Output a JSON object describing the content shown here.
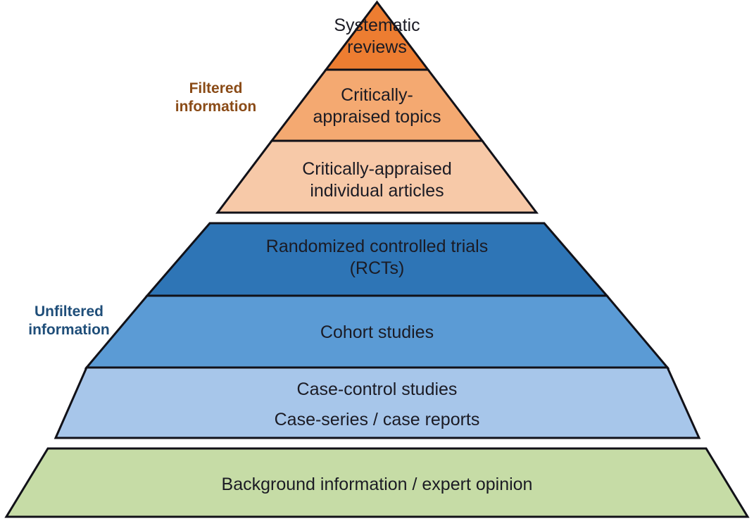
{
  "diagram": {
    "name": "Evidence-based medicine pyramid",
    "background_color": "#ffffff",
    "outline_color": "#111118"
  },
  "side_labels": [
    {
      "id": "filtered",
      "text": "Filtered\ninformation",
      "color": "#8a4b17"
    },
    {
      "id": "unfiltered",
      "text": "Unfiltered\ninformation",
      "color": "#1f4e79"
    }
  ],
  "tiers": [
    {
      "id": "systematic-reviews",
      "group": "filtered",
      "text": "Systematic\nreviews",
      "fill": "#ED7D31"
    },
    {
      "id": "critically-appraised-topics",
      "group": "filtered",
      "text": "Critically-\nappraised topics",
      "fill": "#F4A971"
    },
    {
      "id": "critically-appraised-individual-articles",
      "group": "filtered",
      "text": "Critically-appraised\nindividual articles",
      "fill": "#F7C9A8"
    },
    {
      "id": "randomized-controlled-trials",
      "group": "unfiltered",
      "text": "Randomized controlled trials\n(RCTs)",
      "fill": "#2E75B6"
    },
    {
      "id": "cohort-studies",
      "group": "unfiltered",
      "text": "Cohort studies",
      "fill": "#5B9BD5"
    },
    {
      "id": "case-control-and-case-series",
      "group": "unfiltered",
      "text": "Case-control studies",
      "text_secondary": "Case-series / case reports",
      "fill": "#A7C6EA"
    },
    {
      "id": "background-information",
      "group": "base",
      "text": "Background information / expert opinion",
      "fill": "#C6DCA6"
    }
  ]
}
